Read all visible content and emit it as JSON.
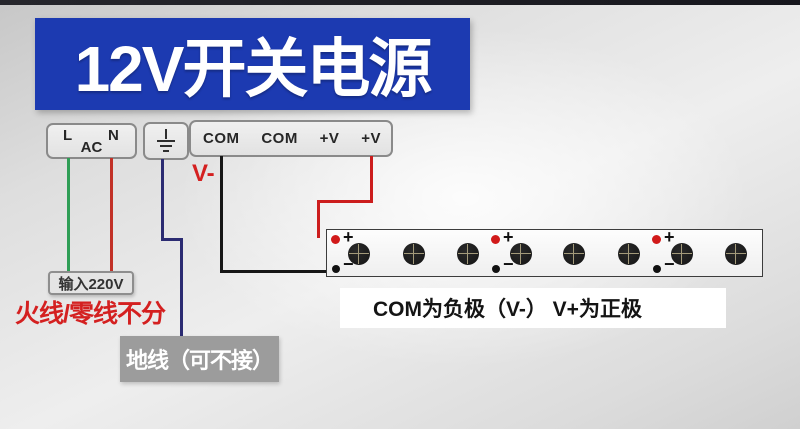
{
  "banner": {
    "title": "12V开关电源",
    "bg_color": "#1c3ab1",
    "text_color": "#ffffff"
  },
  "power_supply": {
    "ac_terminal_block": {
      "live_label": "L",
      "neutral_label": "N",
      "ac_label": "AC"
    },
    "ground_terminal_block": {
      "icon": "earth-ground-icon"
    },
    "dc_terminal_block": {
      "terminals": [
        "COM",
        "COM",
        "+V",
        "+V"
      ]
    }
  },
  "annotations": {
    "v_minus_label": "V-",
    "input_label": "输入220V",
    "live_neutral_note": "火线/零线不分",
    "ground_wire_note": "地线（可不接）",
    "polarity_note": "COM为负极（V-） V+为正极"
  },
  "led_strip": {
    "led_count": 8,
    "solder_pad_groups": 3,
    "plus_label": "+",
    "minus_label": "−"
  },
  "colors": {
    "live_wire": "#2f9e56",
    "neutral_wire": "#c23127",
    "ground_wire": "#2b2b72",
    "com_wire": "#161616",
    "vplus_wire": "#cc1d1d",
    "warning_text": "#d42020",
    "pad_red": "#d11a1a",
    "pad_black": "#111111"
  }
}
